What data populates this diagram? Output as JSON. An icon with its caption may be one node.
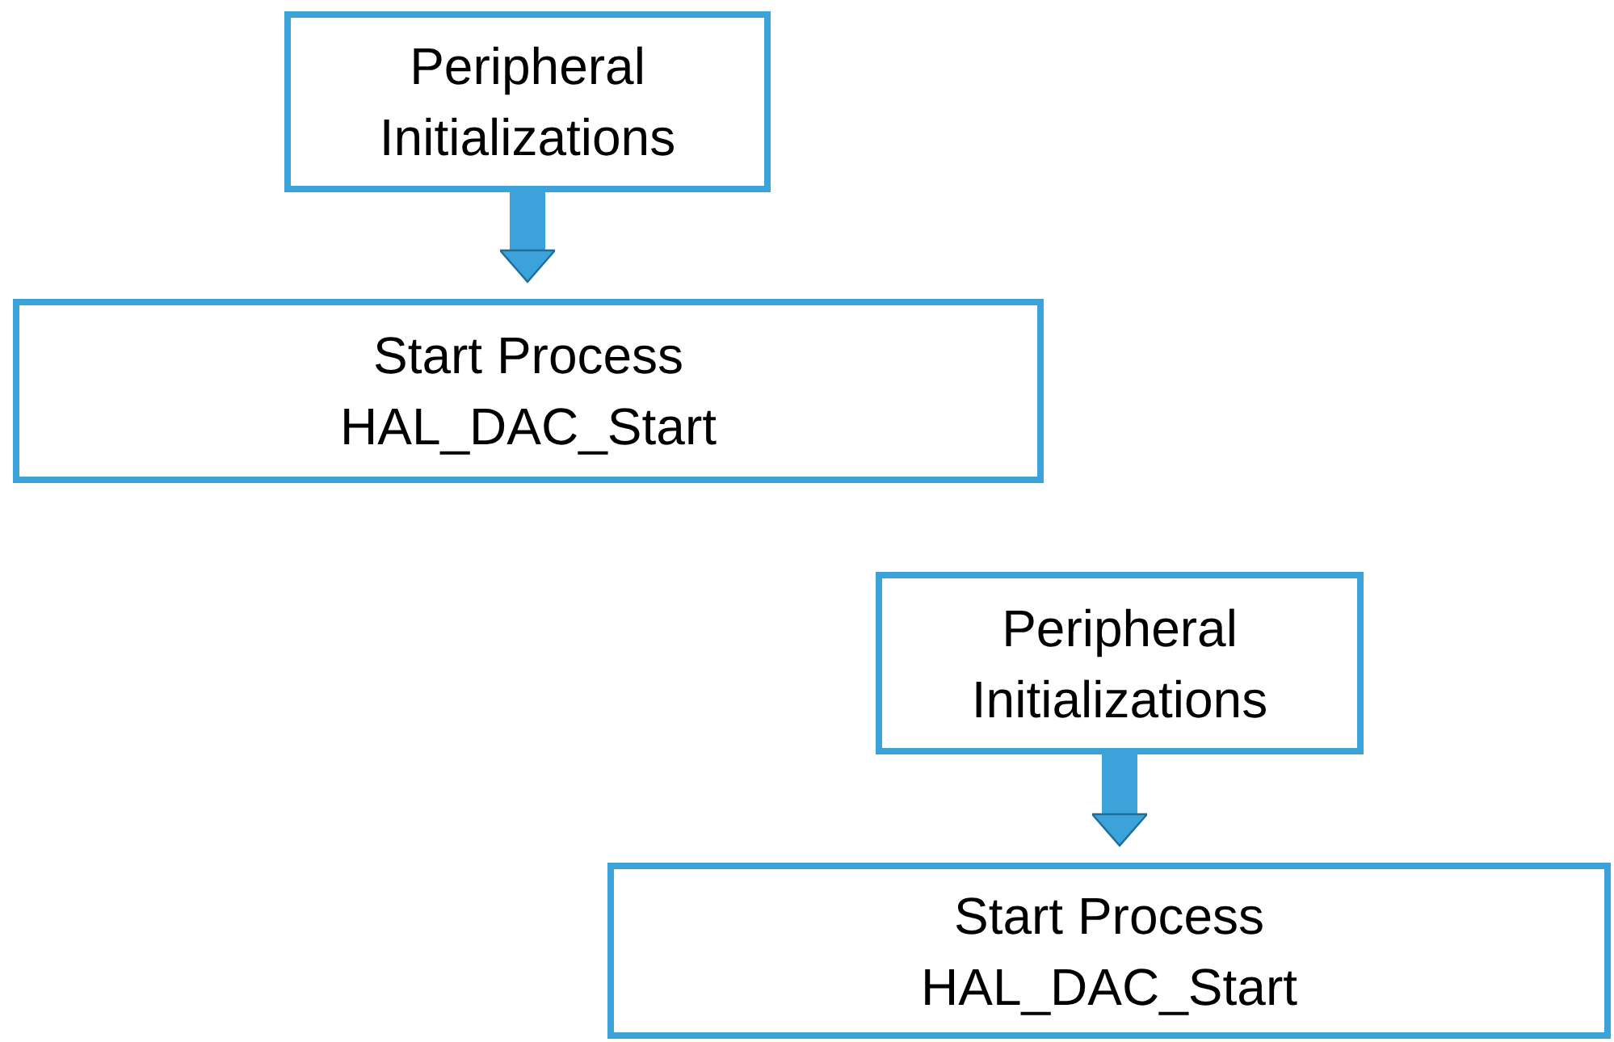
{
  "diagram": {
    "nodes": [
      {
        "text": [
          "Peripheral Initializations"
        ]
      },
      {
        "text": [
          "Start Process HAL_DAC_Start"
        ]
      },
      {
        "text": [
          "Peripheral Initializations"
        ]
      },
      {
        "text": [
          "Start Process HAL_DAC_Start"
        ]
      }
    ],
    "edges": [
      {
        "from": 0,
        "to": 1,
        "arrow": "to"
      },
      {
        "from": 2,
        "to": 3,
        "arrow": "to"
      }
    ]
  }
}
